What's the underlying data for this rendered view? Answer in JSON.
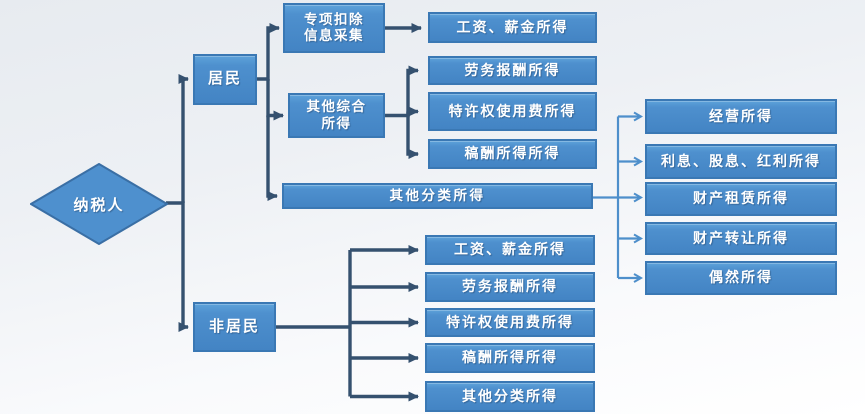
{
  "palette": {
    "node_fill": "#4e90ce",
    "node_border": "#3a78b4",
    "dark_connector": "#35516f",
    "light_connector": "#4e8fcb",
    "text": "#ffffff",
    "bg_top": "#e7ebf0",
    "bg_bottom": "#ffffff"
  },
  "diagram": {
    "root": {
      "label": "纳税人"
    },
    "resident": {
      "label": "居民"
    },
    "nonresident": {
      "label": "非居民"
    },
    "special_deduction": {
      "line1": "专项扣除",
      "line2": "信息采集"
    },
    "wage_income_top": {
      "label": "工资、薪金所得"
    },
    "other_comprehensive": {
      "line1": "其他综合",
      "line2": "所得"
    },
    "comprehensive_items": [
      {
        "label": "劳务报酬所得"
      },
      {
        "label": "特许权使用费所得"
      },
      {
        "label": "稿酬所得所得"
      }
    ],
    "other_classified": {
      "label": "其他分类所得"
    },
    "classified_items": [
      {
        "label": "经营所得"
      },
      {
        "label": "利息、股息、红利所得"
      },
      {
        "label": "财产租赁所得"
      },
      {
        "label": "财产转让所得"
      },
      {
        "label": "偶然所得"
      }
    ],
    "nonresident_items": [
      {
        "label": "工资、薪金所得"
      },
      {
        "label": "劳务报酬所得"
      },
      {
        "label": "特许权使用费所得"
      },
      {
        "label": "稿酬所得所得"
      },
      {
        "label": "其他分类所得"
      }
    ]
  }
}
